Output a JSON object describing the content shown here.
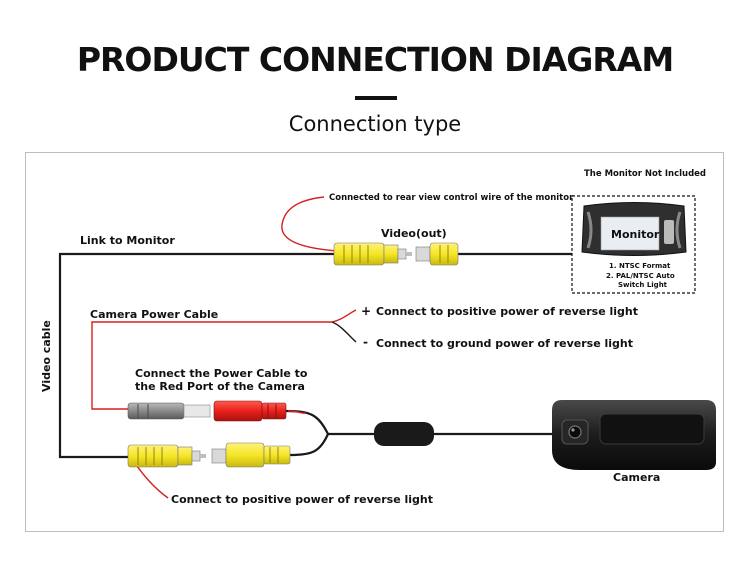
{
  "header": {
    "title": "PRODUCT CONNECTION DIAGRAM",
    "subtitle": "Connection type"
  },
  "labels": {
    "monitor_not_included": "The Monitor Not Included",
    "rear_view_note": "Connected to rear view control wire of the monitor",
    "video_out": "Video(out)",
    "link_to_monitor": "Link to Monitor",
    "camera_power_cable": "Camera Power Cable",
    "plus_sign": "+",
    "minus_sign": "-",
    "positive_power": "Connect to positive power of reverse light",
    "ground_power": "Connect to ground power of reverse light",
    "power_to_red_port_line1": "Connect the Power Cable to",
    "power_to_red_port_line2": "the Red Port of the Camera",
    "video_cable": "Video cable",
    "camera": "Camera",
    "bottom_note": "Connect to positive power of reverse light"
  },
  "monitor": {
    "label": "Monitor",
    "spec_1": "1. NTSC Format",
    "spec_2a": "2. PAL/NTSC Auto",
    "spec_2b": "Switch Light"
  },
  "colors": {
    "yellow_plug": "#f5e626",
    "red_plug": "#e8201c",
    "red_wire": "#d81e1e",
    "gray_plug": "#8a8a8a",
    "cable": "#1a1a1a"
  }
}
